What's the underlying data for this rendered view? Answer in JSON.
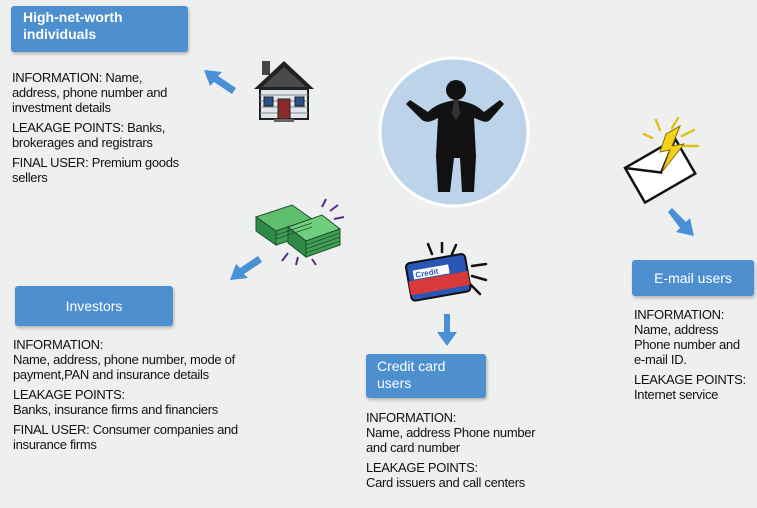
{
  "groups": {
    "hnwi": {
      "title_lines": [
        "High-net-worth",
        "individuals"
      ],
      "info": [
        "INFORMATION: Name,",
        "address, phone number and",
        "investment details"
      ],
      "leak": [
        "LEAKAGE POINTS: Banks,",
        "brokerages and registrars"
      ],
      "final": [
        "FINAL USER: Premium goods",
        "sellers"
      ]
    },
    "investors": {
      "title": "Investors",
      "info": [
        "INFORMATION:",
        "Name, address, phone number, mode of",
        "payment,PAN and insurance details"
      ],
      "leak": [
        "LEAKAGE POINTS:",
        "Banks, insurance firms and financiers"
      ],
      "final": [
        "FINAL USER: Consumer companies and",
        "insurance firms"
      ]
    },
    "credit": {
      "title_lines": [
        "Credit card",
        "users"
      ],
      "info": [
        "INFORMATION:",
        "Name, address Phone number",
        "and card number"
      ],
      "leak": [
        "LEAKAGE POINTS:",
        "Card issuers and call centers"
      ]
    },
    "email": {
      "title": "E-mail users",
      "info": [
        "INFORMATION:",
        "Name, address",
        "Phone number and",
        "e-mail ID."
      ],
      "leak": [
        "LEAKAGE POINTS:",
        "Internet service"
      ]
    }
  },
  "card_text": "Credit",
  "colors": {
    "box": "#4d8fcf",
    "arrow": "#4a90d6",
    "circle": "#bcd3ea",
    "money": "#2f8a4a"
  },
  "icons": [
    "house-icon",
    "person-icon",
    "money-stack-icon",
    "credit-card-icon",
    "envelope-icon"
  ]
}
